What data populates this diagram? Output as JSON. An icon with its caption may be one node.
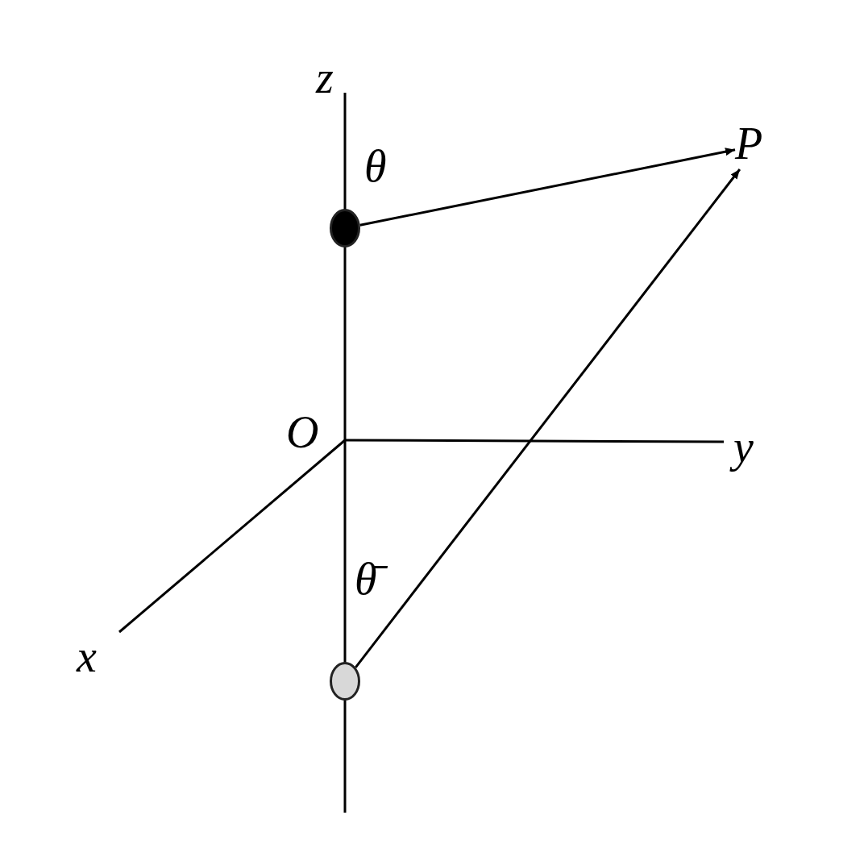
{
  "diagram": {
    "nodes": [
      {
        "text": [
          "P"
        ]
      },
      {
        "text": [],
        "shape": "circle",
        "beside": [
          "θ"
        ]
      },
      {
        "text": [],
        "shape": "circle",
        "beside": [
          "θ̄"
        ]
      }
    ],
    "edges": [
      {
        "from": 1,
        "to": 0,
        "arrow": "to"
      },
      {
        "from": 2,
        "to": 0,
        "arrow": "to"
      }
    ],
    "labels": [
      "z",
      "O",
      "y",
      "x"
    ]
  }
}
